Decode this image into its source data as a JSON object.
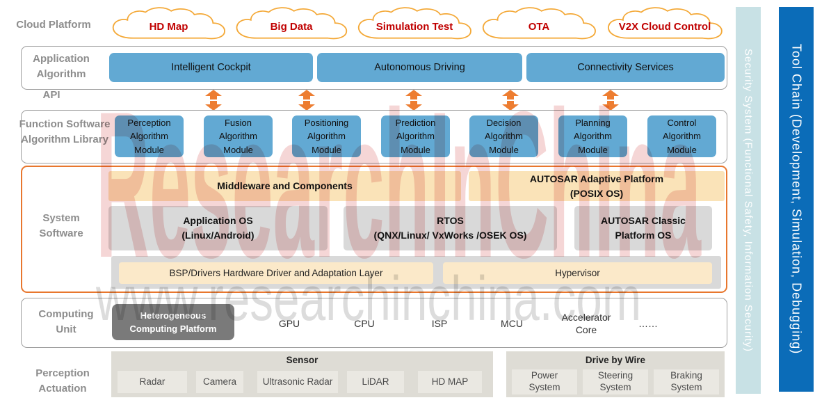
{
  "watermark": {
    "brand": "ResearchInChina",
    "site": "www.researchinchina.com"
  },
  "rows": {
    "cloud": {
      "label": "Cloud Platform",
      "clouds": [
        "HD Map",
        "Big Data",
        "Simulation Test",
        "OTA",
        "V2X Cloud Control"
      ]
    },
    "application": {
      "label": "Application\nAlgorithm",
      "items": [
        "Intelligent Cockpit",
        "Autonomous Driving",
        "Connectivity Services"
      ]
    },
    "api": {
      "label": "API"
    },
    "function": {
      "label": "Function Software\nAlgorithm Library",
      "modules": [
        "Perception\nAlgorithm\nModule",
        "Fusion\nAlgorithm\nModule",
        "Positioning\nAlgorithm\nModule",
        "Prediction\nAlgorithm\nModule",
        "Decision\nAlgorithm\nModule",
        "Planning\nAlgorithm\nModule",
        "Control\nAlgorithm\nModule"
      ]
    },
    "system": {
      "label": "System\nSoftware",
      "middleware": "Middleware and Components",
      "adaptive": "AUTOSAR Adaptive Platform\n(POSIX OS)",
      "os": [
        "Application OS\n(Linux/Android)",
        "RTOS\n(QNX/Linux/ VxWorks /OSEK OS)",
        "AUTOSAR Classic\nPlatform OS"
      ],
      "bsp": "BSP/Drivers Hardware Driver and Adaptation Layer",
      "hypervisor": "Hypervisor"
    },
    "computing": {
      "label": "Computing\nUnit",
      "platform": "Heterogeneous\nComputing Platform",
      "units": [
        "GPU",
        "CPU",
        "ISP",
        "MCU",
        "Accelerator\nCore",
        "……"
      ]
    },
    "perception": {
      "label": "Perception\nActuation",
      "sensor_title": "Sensor",
      "sensors": [
        "Radar",
        "Camera",
        "Ultrasonic Radar",
        "LiDAR",
        "HD MAP"
      ],
      "dbw_title": "Drive by Wire",
      "dbw": [
        "Power\nSystem",
        "Steering\nSystem",
        "Braking\nSystem"
      ]
    }
  },
  "sidebars": {
    "security": "Security System (Functional Safety, Information Security)",
    "toolchain": "Tool Chain (Development, Simulation, Debugging)"
  },
  "colors": {
    "blue_box": "#62a9d3",
    "tan_box": "#fae3b8",
    "tan_light_box": "#fbe9c9",
    "gray_box": "#d9d9d9",
    "dark_gray_box": "#7a7a7a",
    "arrow_orange": "#ed7d31",
    "system_border_orange": "#e8772e",
    "cloud_stroke": "#f4a938",
    "cloud_text_red": "#c00000",
    "security_bar": "#c8e1e5",
    "toolchain_bar": "#0b6cb8"
  }
}
